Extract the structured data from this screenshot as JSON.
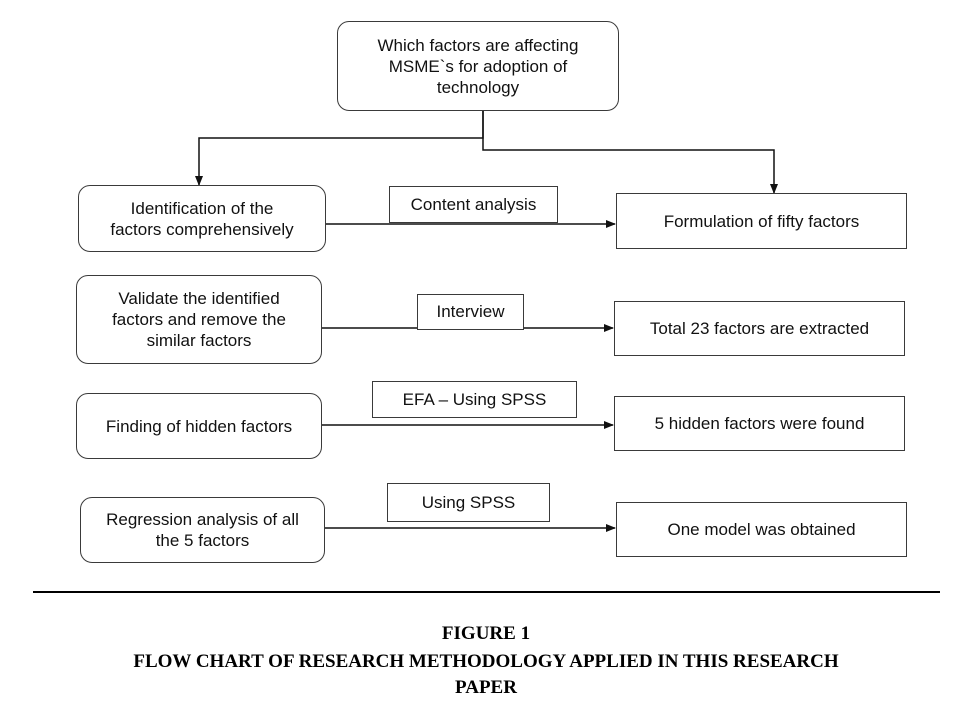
{
  "diagram": {
    "top": "Which factors are affecting\nMSME`s for adoption of\ntechnology",
    "rows": [
      {
        "left": "Identification of the\nfactors comprehensively",
        "method": "Content analysis",
        "right": "Formulation of fifty factors"
      },
      {
        "left": "Validate the identified\nfactors and remove the\nsimilar factors",
        "method": "Interview",
        "right": "Total 23 factors are extracted"
      },
      {
        "left": "Finding of hidden factors",
        "method": "EFA – Using SPSS",
        "right": "5 hidden factors were found"
      },
      {
        "left": "Regression analysis of all\nthe 5 factors",
        "method": "Using SPSS",
        "right": "One model was obtained"
      }
    ]
  },
  "caption": {
    "line1": "FIGURE 1",
    "line2": "FLOW CHART OF RESEARCH METHODOLOGY APPLIED IN THIS RESEARCH",
    "line3": "PAPER"
  }
}
